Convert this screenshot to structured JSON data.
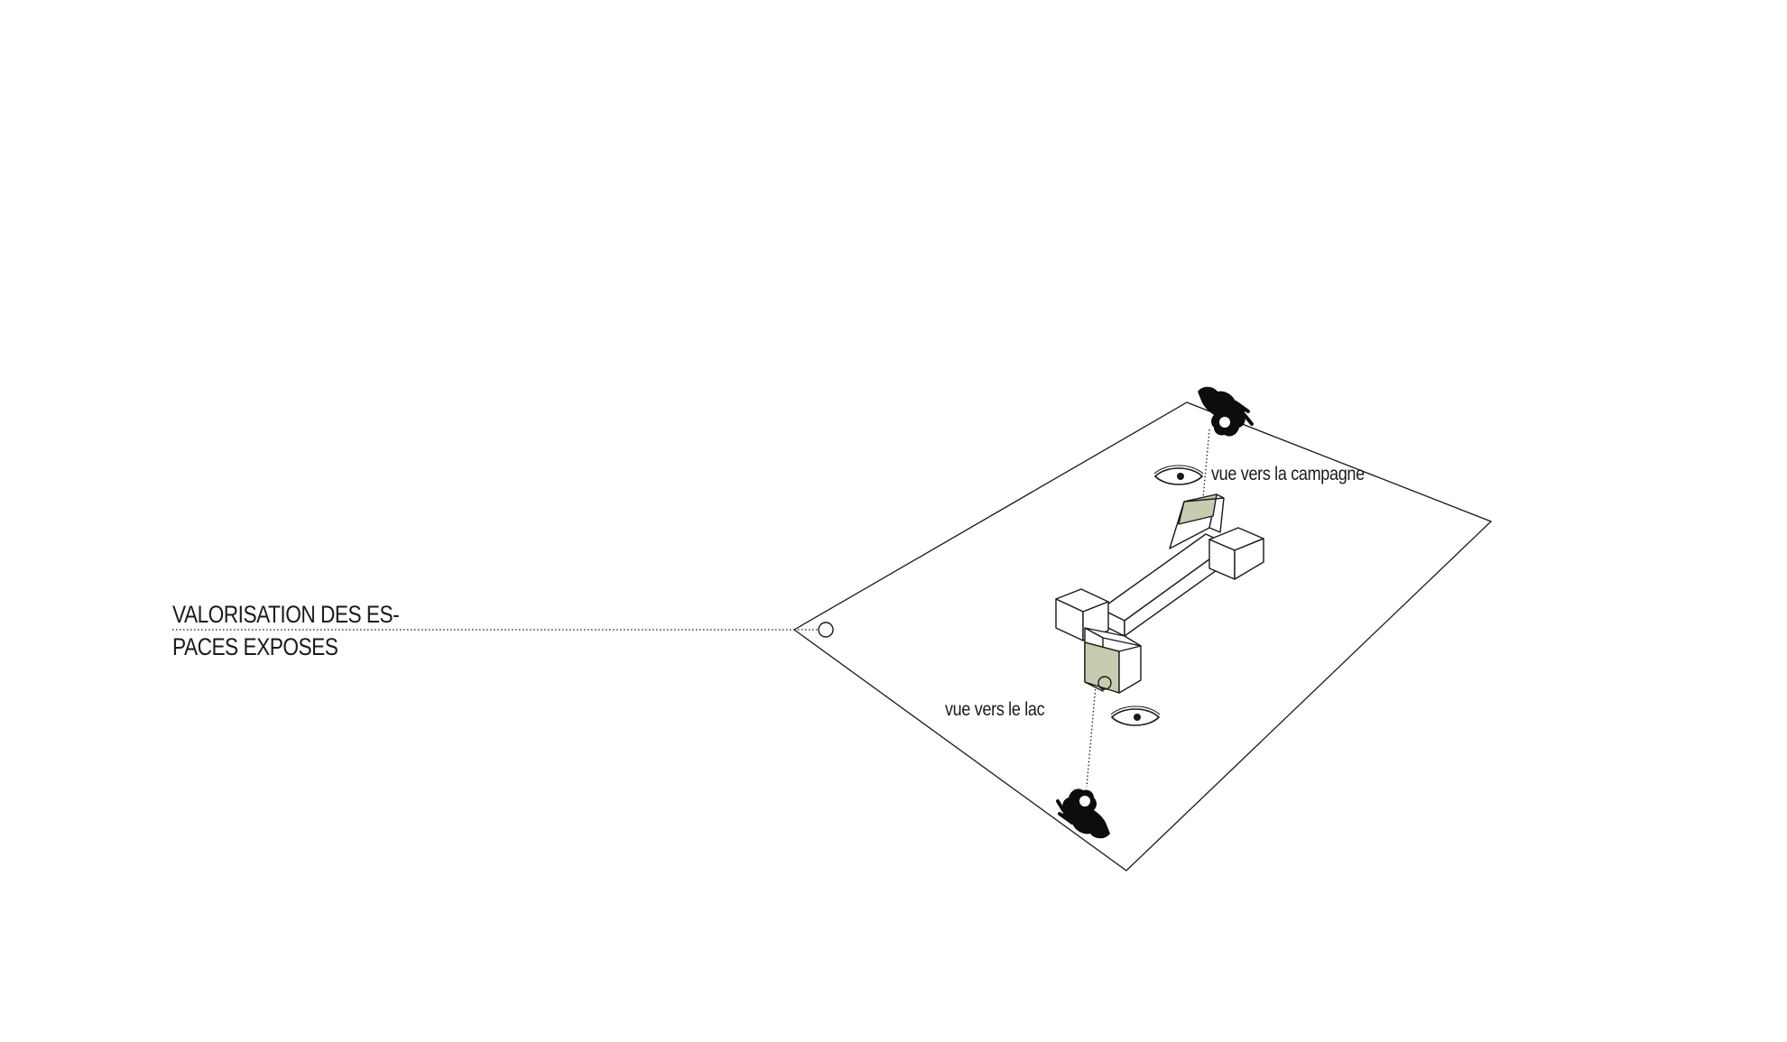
{
  "diagram": {
    "title_line_1": "VALORISATION DES ES-",
    "title_line_2": "PACES EXPOSES",
    "view_label_top": "vue vers la campagne",
    "view_label_bottom": "vue vers le lac"
  },
  "colors": {
    "line": "#1a1a1a",
    "building_fill": "#ffffff",
    "shaded_face": "#c9cbb1",
    "shaded_face_dark": "#b9bc9f",
    "background": "#ffffff"
  },
  "icons": [
    "eye-icon",
    "hand-pinch-icon",
    "anchor-circle-icon"
  ]
}
